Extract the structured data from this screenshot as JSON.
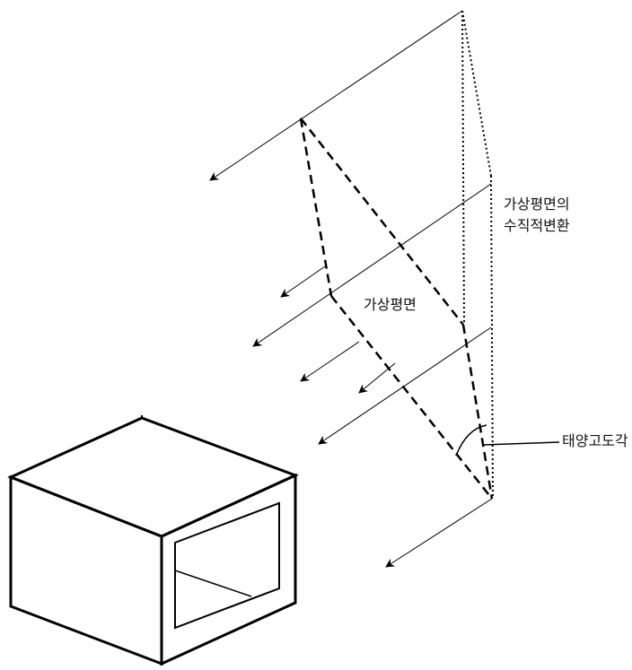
{
  "labels": {
    "vertical_transform_line1": "가상평면의",
    "vertical_transform_line2": "수직적변환",
    "virtual_plane": "가상평면",
    "solar_altitude": "태양고도각"
  },
  "colors": {
    "stroke": "#000000",
    "background": "#ffffff",
    "text": "#111111"
  }
}
